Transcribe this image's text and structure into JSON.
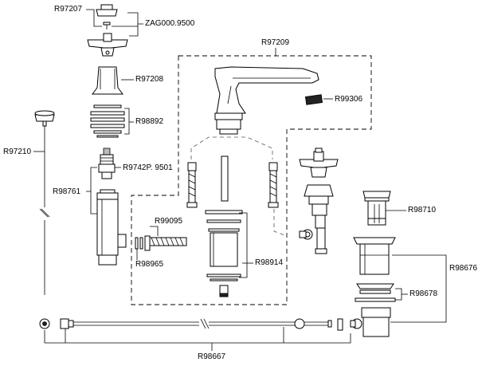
{
  "labels": {
    "r97207": "R97207",
    "zag": "ZAG000.9500",
    "r97209": "R97209",
    "r97208": "R97208",
    "r99306": "R99306",
    "r98892": "R98892",
    "r97210": "R97210",
    "r9742p": "R9742P. 9501",
    "r98761": "R98761",
    "r98710": "R98710",
    "r99095": "R99095",
    "r98676": "R98676",
    "r98965": "R98965",
    "r98914": "R98914",
    "r98678": "R98678",
    "r98667": "R98667"
  }
}
